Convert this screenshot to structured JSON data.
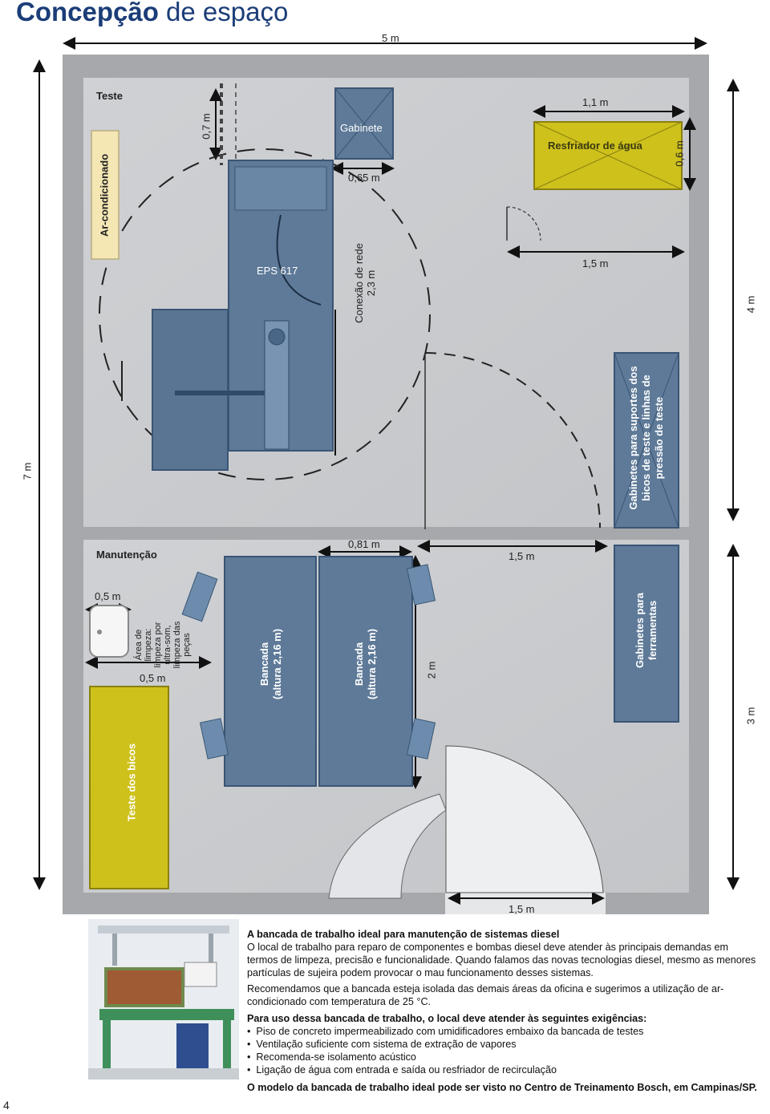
{
  "title": {
    "bold": "Concepção",
    "rest": " de espaço"
  },
  "page_number": "4",
  "dimensions": {
    "width_total": "5 m",
    "height_total": "7 m",
    "upper_height": "4 m",
    "lower_height": "3 m",
    "d_0_7": "0,7 m",
    "d_0_65": "0,65 m",
    "d_1_1": "1,1 m",
    "d_0_6": "0,6 m",
    "d_1_5_a": "1,5 m",
    "d_0_81": "0,81 m",
    "d_1_5_b": "1,5 m",
    "d_0_5_a": "0,5 m",
    "d_0_5_b": "0,5 m",
    "d_2": "2 m",
    "d_1_5_c": "1,5 m",
    "network": "Conexão de rede",
    "network_len": "2,3 m"
  },
  "areas": {
    "teste": "Teste",
    "ar": "Ar-condicionado",
    "gabinete": "Gabinete",
    "resfriador": "Resfriador de água",
    "eps": "EPS 617",
    "gab_suportes": [
      "Gabinetes para suportes dos",
      "bicos de teste e linhas de",
      "pressão de teste"
    ],
    "manutencao": "Manutenção",
    "limpeza": [
      "Área de",
      "limpeza:",
      "limpeza por",
      "ultra-som,",
      "limpeza das",
      "peças"
    ],
    "bancada1": [
      "Bancada",
      "(altura 2,16 m)"
    ],
    "bancada2": [
      "Bancada",
      "(altura 2,16 m)"
    ],
    "gab_ferr": [
      "Gabinetes para",
      "ferramentas"
    ],
    "teste_bicos": "Teste dos bicos"
  },
  "text": {
    "heading": "A bancada de trabalho ideal para manutenção de sistemas diesel",
    "p1": "O local de trabalho para reparo de componentes e bombas diesel deve atender às principais demandas em termos de limpeza, precisão e funcionalidade. Quando falamos das novas tecnologias diesel, mesmo as menores partículas de sujeira podem provocar o mau funcionamento desses sistemas.",
    "p2": "Recomendamos que a bancada esteja isolada das demais áreas da oficina e sugerimos a utilização de ar-condicionado com temperatura de 25 °C.",
    "p3_heading": "Para uso dessa bancada de trabalho, o local deve atender às seguintes exigências:",
    "bullets": [
      "Piso de concreto impermeabilizado com umidificadores embaixo da bancada de testes",
      "Ventilação suficiente com sistema de extração de vapores",
      "Recomenda-se isolamento acústico",
      "Ligação de água com entrada e saída ou resfriador de recirculação"
    ],
    "footer": "O modelo da bancada de trabalho ideal pode ser visto no Centro de Treinamento Bosch, em Campinas/SP."
  }
}
